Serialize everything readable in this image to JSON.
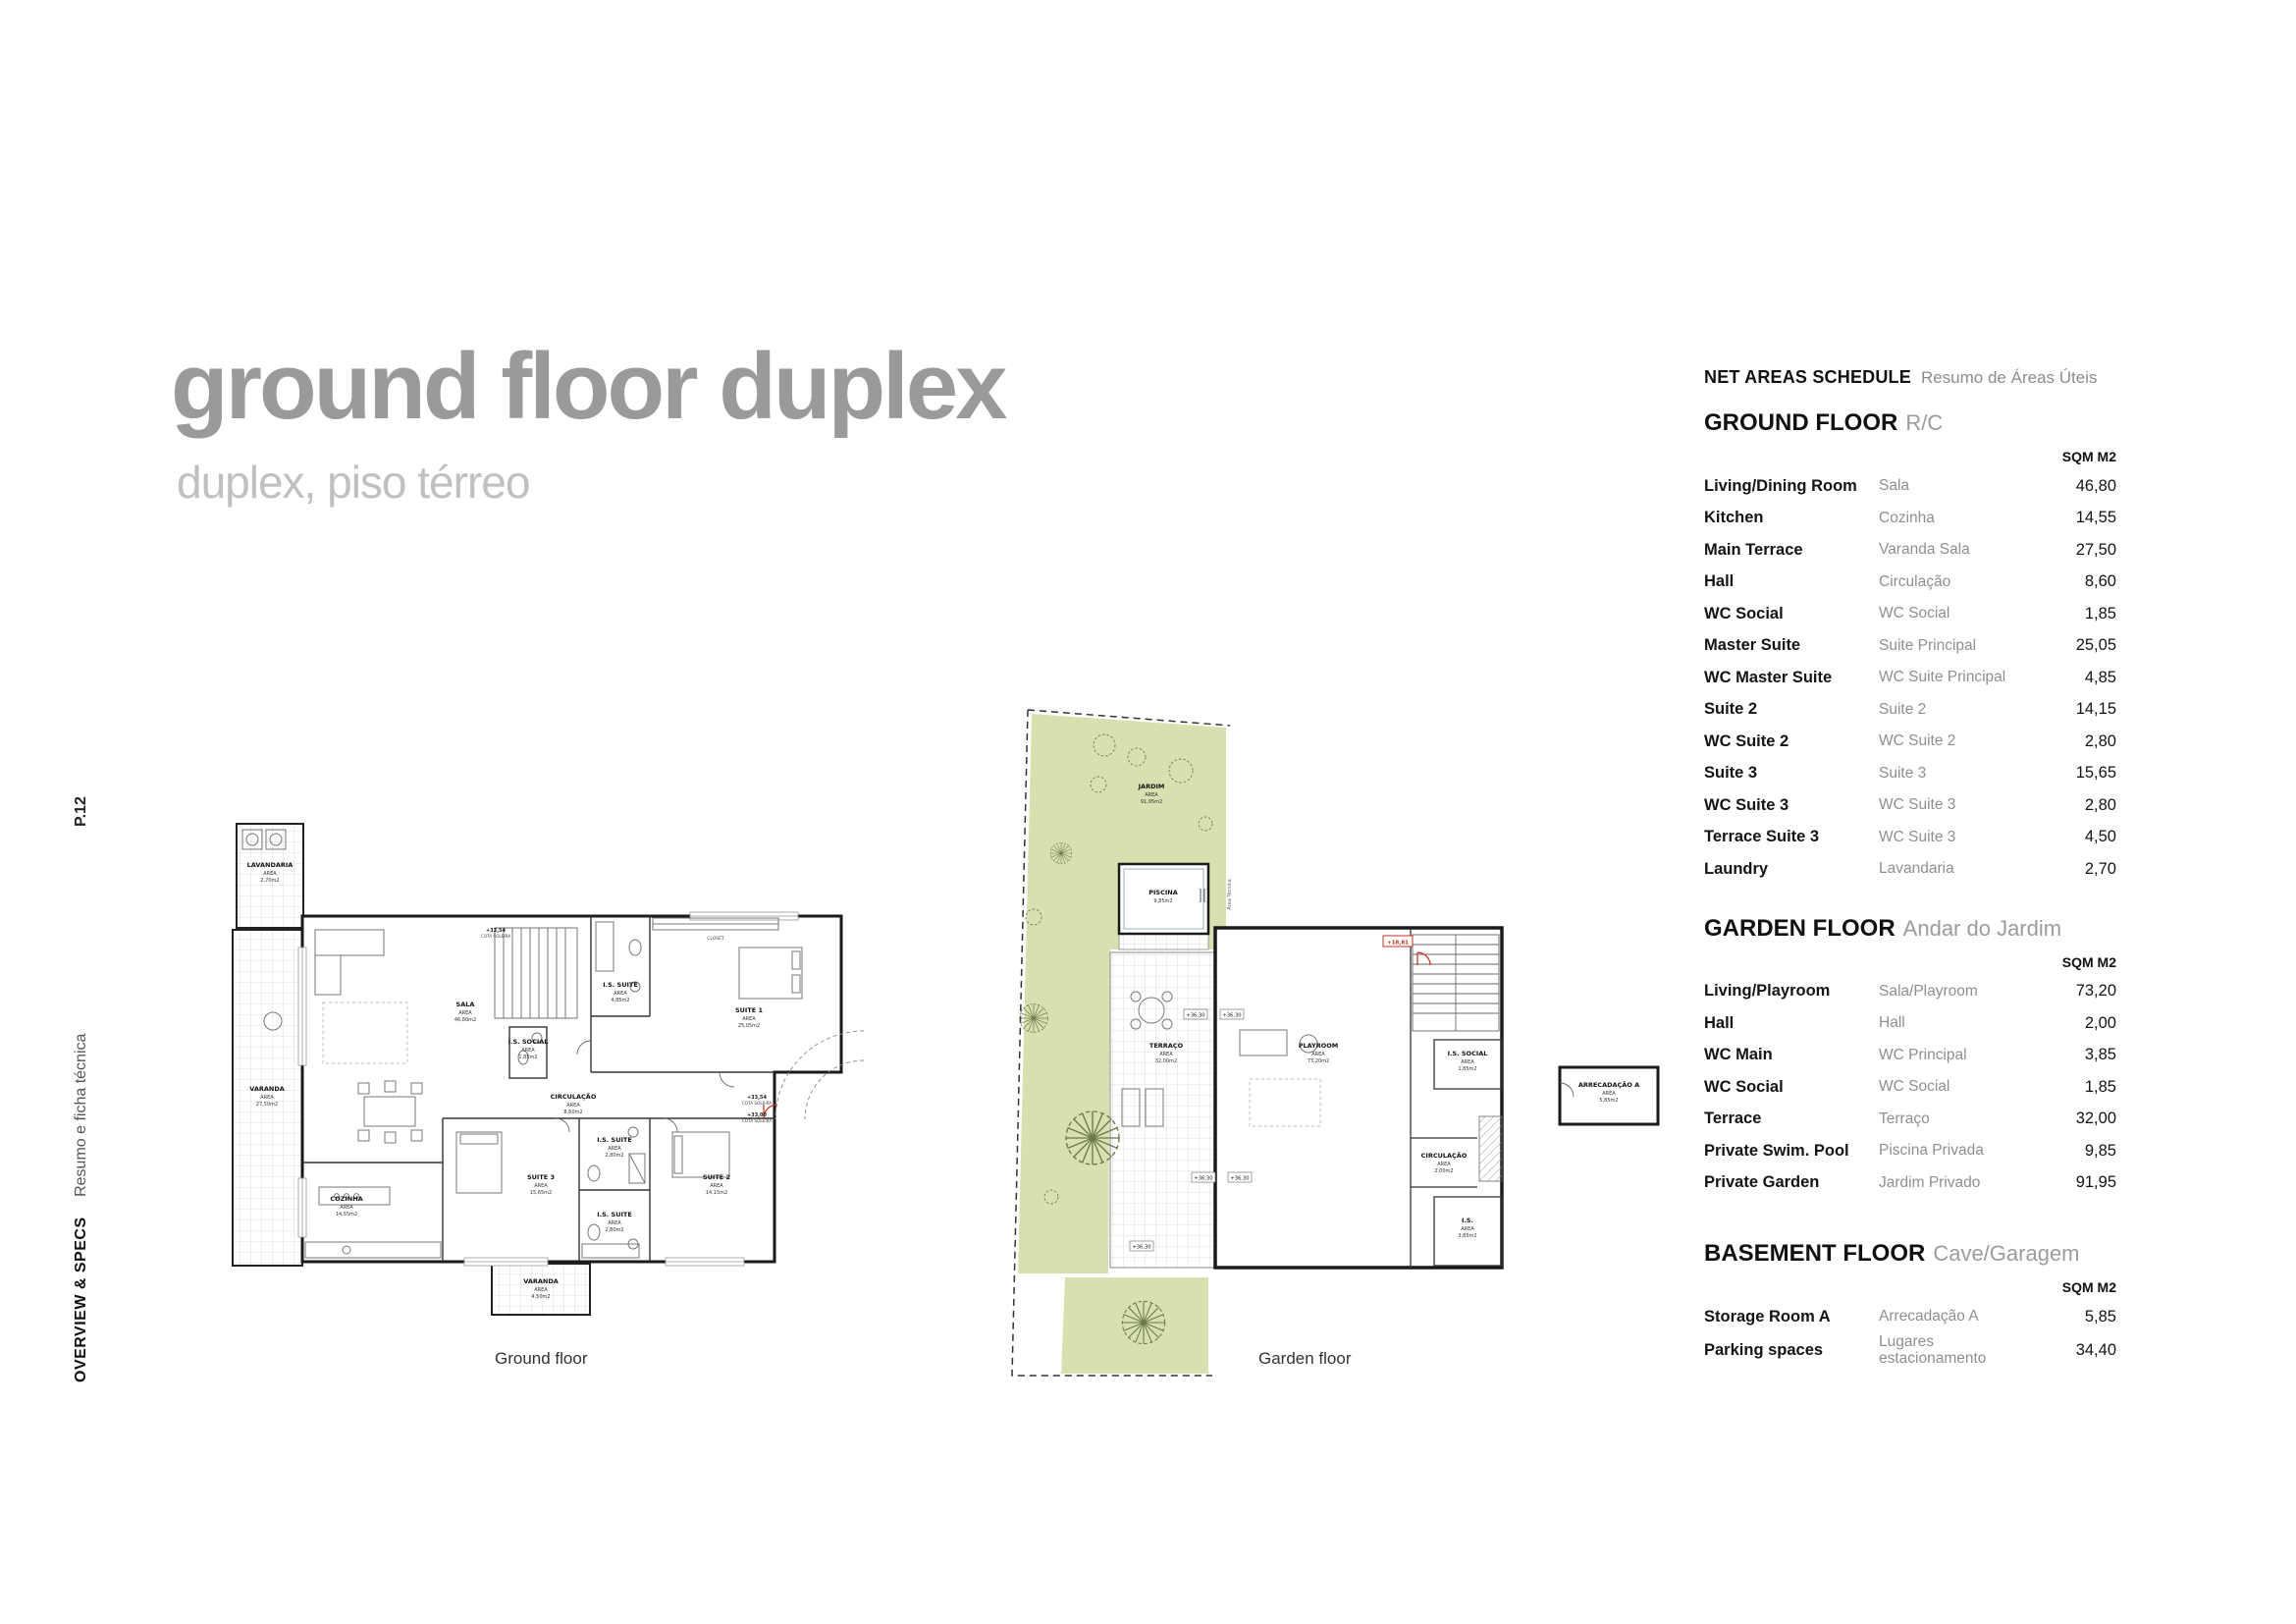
{
  "page": {
    "number": "P.12",
    "rail_bold": "OVERVIEW & SPECS",
    "rail_regular": "Resumo e ficha técnica",
    "title": "ground floor duplex",
    "subtitle": "duplex, piso térreo"
  },
  "plans": {
    "area_word": "AREA",
    "ground": {
      "caption": "Ground floor",
      "closet_label": "CLOSET",
      "rooms": [
        {
          "name": "LAVANDARIA",
          "sqm": "2,70m2"
        },
        {
          "name": "VARANDA",
          "sqm": "27,50m2"
        },
        {
          "name": "SALA",
          "sqm": "46,80m2"
        },
        {
          "name": "SUITE 1",
          "sqm": "25,05m2"
        },
        {
          "name": "I.S. SUITE",
          "sqm": "4,85m2"
        },
        {
          "name": "I.S. SOCIAL",
          "sqm": "1,85m2"
        },
        {
          "name": "CIRCULAÇÃO",
          "sqm": "8,60m2"
        },
        {
          "name": "COZINHA",
          "sqm": "14,55m2"
        },
        {
          "name": "SUITE 3",
          "sqm": "15,65m2"
        },
        {
          "name": "I.S. SUITE",
          "sqm": "2,80m2"
        },
        {
          "name": "I.S. SUITE",
          "sqm": "2,80m2"
        },
        {
          "name": "SUITE 2",
          "sqm": "14,15m2"
        },
        {
          "name": "VARANDA",
          "sqm": "4,50m2"
        }
      ],
      "markers": [
        {
          "value": "+33,54",
          "label": "COTA SOLEIRA"
        },
        {
          "value": "+33,00",
          "label": "COTA SOLEIRA"
        }
      ]
    },
    "garden": {
      "caption": "Garden floor",
      "elevation": "+36,30",
      "elevation_red": "+18,81",
      "tech_label": "Área Técnica",
      "rooms": [
        {
          "name": "JARDIM",
          "sqm": "91,95m2"
        },
        {
          "name": "PISCINA",
          "sqm": "9,85m2"
        },
        {
          "name": "TERRAÇO",
          "sqm": "32,00m2"
        },
        {
          "name": "PLAYROOM",
          "sqm": "73,20m2"
        },
        {
          "name": "I.S. SOCIAL",
          "sqm": "1,85m2"
        },
        {
          "name": "CIRCULAÇÃO",
          "sqm": "2,00m2"
        },
        {
          "name": "I.S.",
          "sqm": "3,85m2"
        },
        {
          "name": "ARRECADAÇÃO A",
          "sqm": "5,85m2"
        }
      ]
    }
  },
  "schedule": {
    "title": "NET AREAS SCHEDULE",
    "subtitle": "Resumo de Áreas Úteis",
    "unit_label": "SQM M2",
    "sections": [
      {
        "heading": "GROUND FLOOR",
        "heading_pt": "R/C",
        "rows": [
          {
            "en": "Living/Dining Room",
            "pt": "Sala",
            "sqm": "46,80"
          },
          {
            "en": "Kitchen",
            "pt": "Cozinha",
            "sqm": "14,55"
          },
          {
            "en": "Main Terrace",
            "pt": "Varanda Sala",
            "sqm": "27,50"
          },
          {
            "en": "Hall",
            "pt": "Circulação",
            "sqm": "8,60"
          },
          {
            "en": "WC Social",
            "pt": "WC Social",
            "sqm": "1,85"
          },
          {
            "en": "Master Suite",
            "pt": "Suite Principal",
            "sqm": "25,05"
          },
          {
            "en": "WC Master Suite",
            "pt": "WC Suite Principal",
            "sqm": "4,85"
          },
          {
            "en": "Suite 2",
            "pt": "Suite 2",
            "sqm": "14,15"
          },
          {
            "en": "WC Suite 2",
            "pt": "WC Suite 2",
            "sqm": "2,80"
          },
          {
            "en": "Suite 3",
            "pt": "Suite 3",
            "sqm": "15,65"
          },
          {
            "en": "WC Suite 3",
            "pt": "WC Suite 3",
            "sqm": "2,80"
          },
          {
            "en": "Terrace Suite 3",
            "pt": "WC Suite 3",
            "sqm": "4,50"
          },
          {
            "en": "Laundry",
            "pt": "Lavandaria",
            "sqm": "2,70"
          }
        ]
      },
      {
        "heading": "GARDEN FLOOR",
        "heading_pt": "Andar do Jardim",
        "rows": [
          {
            "en": "Living/Playroom",
            "pt": "Sala/Playroom",
            "sqm": "73,20"
          },
          {
            "en": "Hall",
            "pt": "Hall",
            "sqm": "2,00"
          },
          {
            "en": "WC Main",
            "pt": "WC Principal",
            "sqm": "3,85"
          },
          {
            "en": "WC Social",
            "pt": "WC Social",
            "sqm": "1,85"
          },
          {
            "en": "Terrace",
            "pt": "Terraço",
            "sqm": "32,00"
          },
          {
            "en": "Private Swim. Pool",
            "pt": "Piscina Privada",
            "sqm": "9,85"
          },
          {
            "en": "Private Garden",
            "pt": "Jardim Privado",
            "sqm": "91,95"
          }
        ]
      },
      {
        "heading": "BASEMENT FLOOR",
        "heading_pt": "Cave/Garagem",
        "rows": [
          {
            "en": "Storage Room A",
            "pt": "Arrecadação A",
            "sqm": "5,85"
          },
          {
            "en": "Parking spaces",
            "pt": "Lugares estacionamento",
            "sqm": "34,40"
          }
        ]
      }
    ]
  }
}
